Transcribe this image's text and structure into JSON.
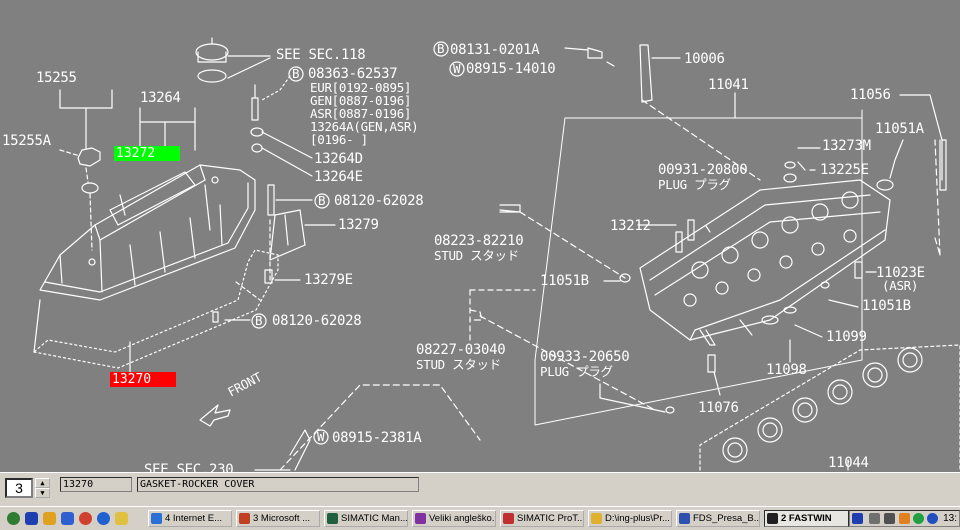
{
  "diagram": {
    "labels": {
      "see_sec_118": "SEE SEC.118",
      "b_08131": "08131-0201A",
      "w_08915_14010": "08915-14010",
      "p10006": "10006",
      "p15255": "15255",
      "p15255a": "15255A",
      "p13264": "13264",
      "b_08363": "08363-62537",
      "eur": "EUR[0192-0895]",
      "gen": "GEN[0887-0196]",
      "asr": "ASR[0887-0196]",
      "p13264a": "13264A(GEN,ASR)",
      "range0196": "[0196-     ]",
      "p13264d": "13264D",
      "p13264e": "13264E",
      "b_08120_a": "08120-62028",
      "p13279": "13279",
      "p13279e": "13279E",
      "b_08120_b": "08120-62028",
      "p11041": "11041",
      "p11056": "11056",
      "p11051a": "11051A",
      "p13273m": "13273M",
      "plug_00931": "00931-20800",
      "plug_label_1": "PLUG プラグ",
      "p13225e": "13225E",
      "p13212": "13212",
      "stud_08223": "08223-82210",
      "stud_label_1": "STUD スタッド",
      "p11051b_left": "11051B",
      "p11023e": "11023E",
      "asr_short": "(ASR)",
      "p11051b_right": "11051B",
      "p11099": "11099",
      "stud_08227": "08227-03040",
      "stud_label_2": "STUD スタッド",
      "plug_00933": "00933-20650",
      "plug_label_2": "PLUG プラグ",
      "p11098": "11098",
      "p11076": "11076",
      "front": "FRONT",
      "w_08915_2381a": "08915-2381A",
      "see_sec_230": "SEE SEC.230",
      "p11044": "11044",
      "circle_b": "B",
      "circle_w": "W"
    },
    "highlights": {
      "green_part": "13272",
      "red_part": "13270",
      "green_color": "#00ff00",
      "red_color": "#ff0000"
    }
  },
  "detail_bar": {
    "page_number": "3",
    "part_number": "13270",
    "part_description": "GASKET-ROCKER COVER"
  },
  "taskbar": {
    "buttons": [
      {
        "label": "4 Internet E...",
        "icon": "internet-explorer-icon"
      },
      {
        "label": "3 Microsoft ...",
        "icon": "microsoft-office-icon"
      },
      {
        "label": "SIMATIC Man...",
        "icon": "simatic-manager-icon"
      },
      {
        "label": "Veliki angleško...",
        "icon": "dictionary-icon"
      },
      {
        "label": "SIMATIC ProT...",
        "icon": "simatic-protool-icon"
      },
      {
        "label": "D:\\ing-plus\\Pr...",
        "icon": "folder-icon"
      },
      {
        "label": "FDS_Presa_B...",
        "icon": "document-icon"
      },
      {
        "label": "2 FASTWIN",
        "icon": "fastwin-icon"
      }
    ],
    "tray_clock": "13:"
  }
}
